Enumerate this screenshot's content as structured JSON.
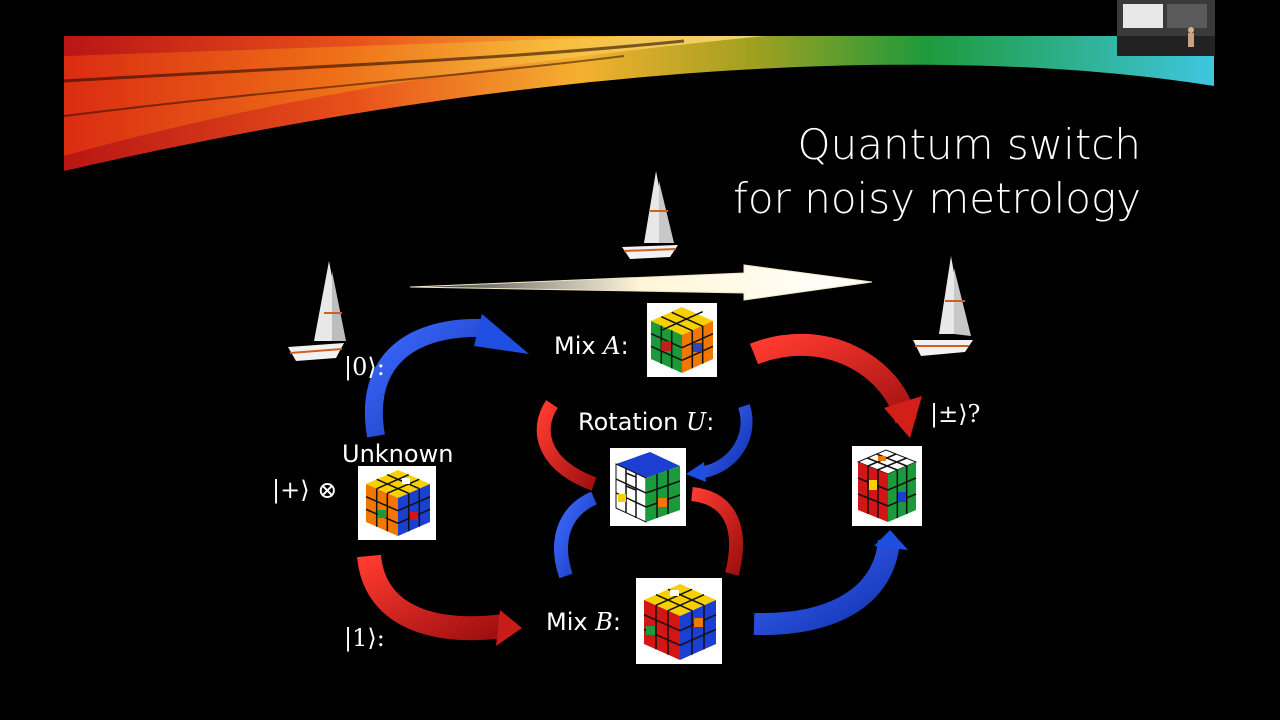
{
  "slide": {
    "title_line1": "Quantum switch",
    "title_line2": "for noisy metrology",
    "labels": {
      "ket0": "|0⟩:",
      "ket1": "|1⟩:",
      "ketplus": "|+⟩ ⊗",
      "unknown": "Unknown",
      "mixA_prefix": "Mix ",
      "mixA_var": "A",
      "mixA_suffix": ":",
      "rotation_prefix": "Rotation ",
      "rotation_var": "U",
      "rotation_suffix": ":",
      "mixB_prefix": "Mix ",
      "mixB_var": "B",
      "mixB_suffix": ":",
      "ketpm": "|±⟩?"
    }
  },
  "colors": {
    "background": "#000000",
    "arrow_blue": "#1f4fe0",
    "arrow_red": "#e0201a",
    "banner_red": "#d3201a",
    "banner_orange": "#f5a623",
    "banner_green": "#1e9a3c",
    "banner_cyan": "#3ec6e0"
  },
  "icons": [
    "sailboat-icon",
    "rubiks-cube-icon",
    "curved-arrow-icon",
    "presenter-thumbnail"
  ]
}
